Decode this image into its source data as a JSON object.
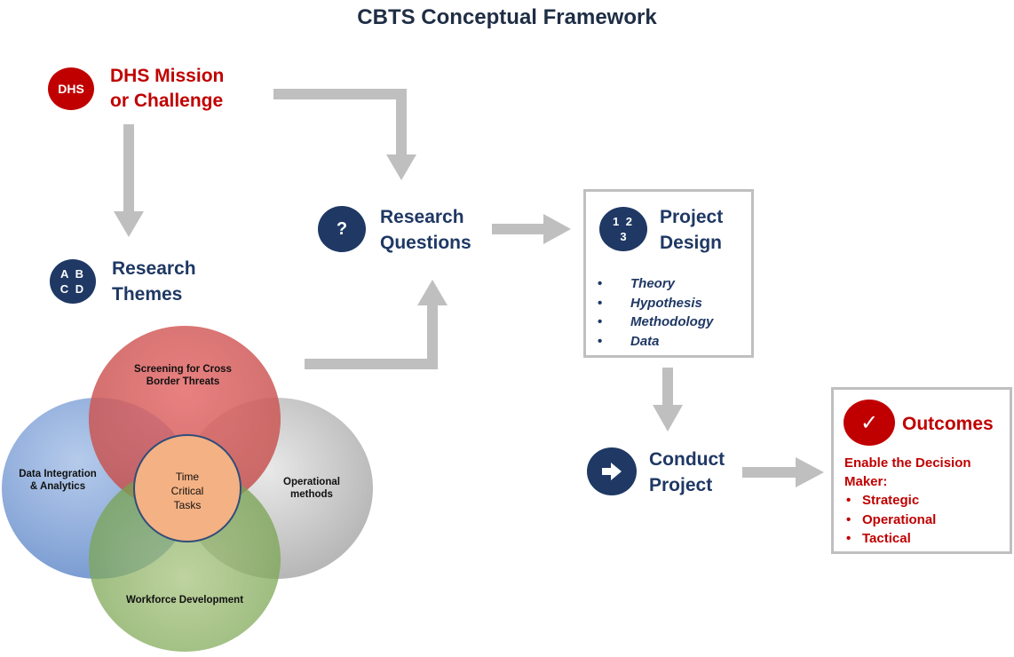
{
  "title": "CBTS Conceptual Framework",
  "mission": {
    "badge": "DHS",
    "line1": "DHS Mission",
    "line2": "or Challenge"
  },
  "themes": {
    "badge_row1": "A B",
    "badge_row2": "C D",
    "line1": "Research",
    "line2": "Themes"
  },
  "questions": {
    "badge": "?",
    "line1": "Research",
    "line2": "Questions"
  },
  "design": {
    "badge_row1": "1 2",
    "badge_row2": "3",
    "line1": "Project",
    "line2": "Design",
    "items": [
      "Theory",
      "Hypothesis",
      "Methodology",
      "Data"
    ]
  },
  "conduct": {
    "line1": "Conduct",
    "line2": "Project"
  },
  "outcomes": {
    "badge": "✓",
    "title": "Outcomes",
    "line1": "Enable the Decision",
    "line2": "Maker:",
    "items": [
      "Strategic",
      "Operational",
      "Tactical"
    ]
  },
  "venn": {
    "top": "Screening for Cross Border Threats",
    "left": "Data Integration & Analytics",
    "right": "Operational methods",
    "bottom": "Workforce Development",
    "center": "Time Critical Tasks"
  },
  "colors": {
    "navy": "#1f3864",
    "red": "#c00000",
    "arrow": "#bfbfbf",
    "venn_top": "#c00000",
    "venn_left": "#6f96d1",
    "venn_right": "#a6a6a6",
    "venn_bottom": "#548235",
    "venn_center": "#f4b183"
  }
}
